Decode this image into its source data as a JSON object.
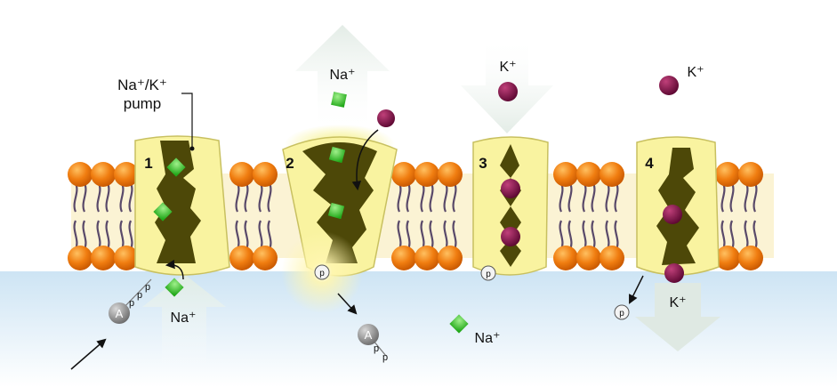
{
  "labels": {
    "pump_line1": "Na⁺/K⁺",
    "pump_line2": "pump",
    "step1": "1",
    "step2": "2",
    "step3": "3",
    "step4": "4",
    "na_top": "Na⁺",
    "k_top_arrow": "K⁺",
    "k_top_right": "K⁺",
    "na_bottom_left": "Na⁺",
    "na_bottom_mid": "Na⁺",
    "k_bottom_right": "K⁺",
    "atp_a": "A",
    "atp_p1": "p",
    "atp_p2": "p",
    "atp_p3": "p",
    "phosphate_pump2": "p",
    "phosphate_pump3": "p",
    "phosphate_released": "p",
    "adp_a": "A",
    "adp_p1": "p",
    "adp_p2": "p"
  },
  "colors": {
    "lipid_head": "#f07d10",
    "lipid_head_highlight": "#ffc060",
    "lipid_tail": "#5a4a6a",
    "membrane_core": "#fbf3d4",
    "pump_body": "#f9f3a0",
    "pump_outline": "#c8c060",
    "pump_channel": "#4d4808",
    "sodium": "#3cc02e",
    "potassium": "#7a0b3f",
    "cytoplasm": "#d8ebf7",
    "arrow_fill": "#e6efe9"
  }
}
